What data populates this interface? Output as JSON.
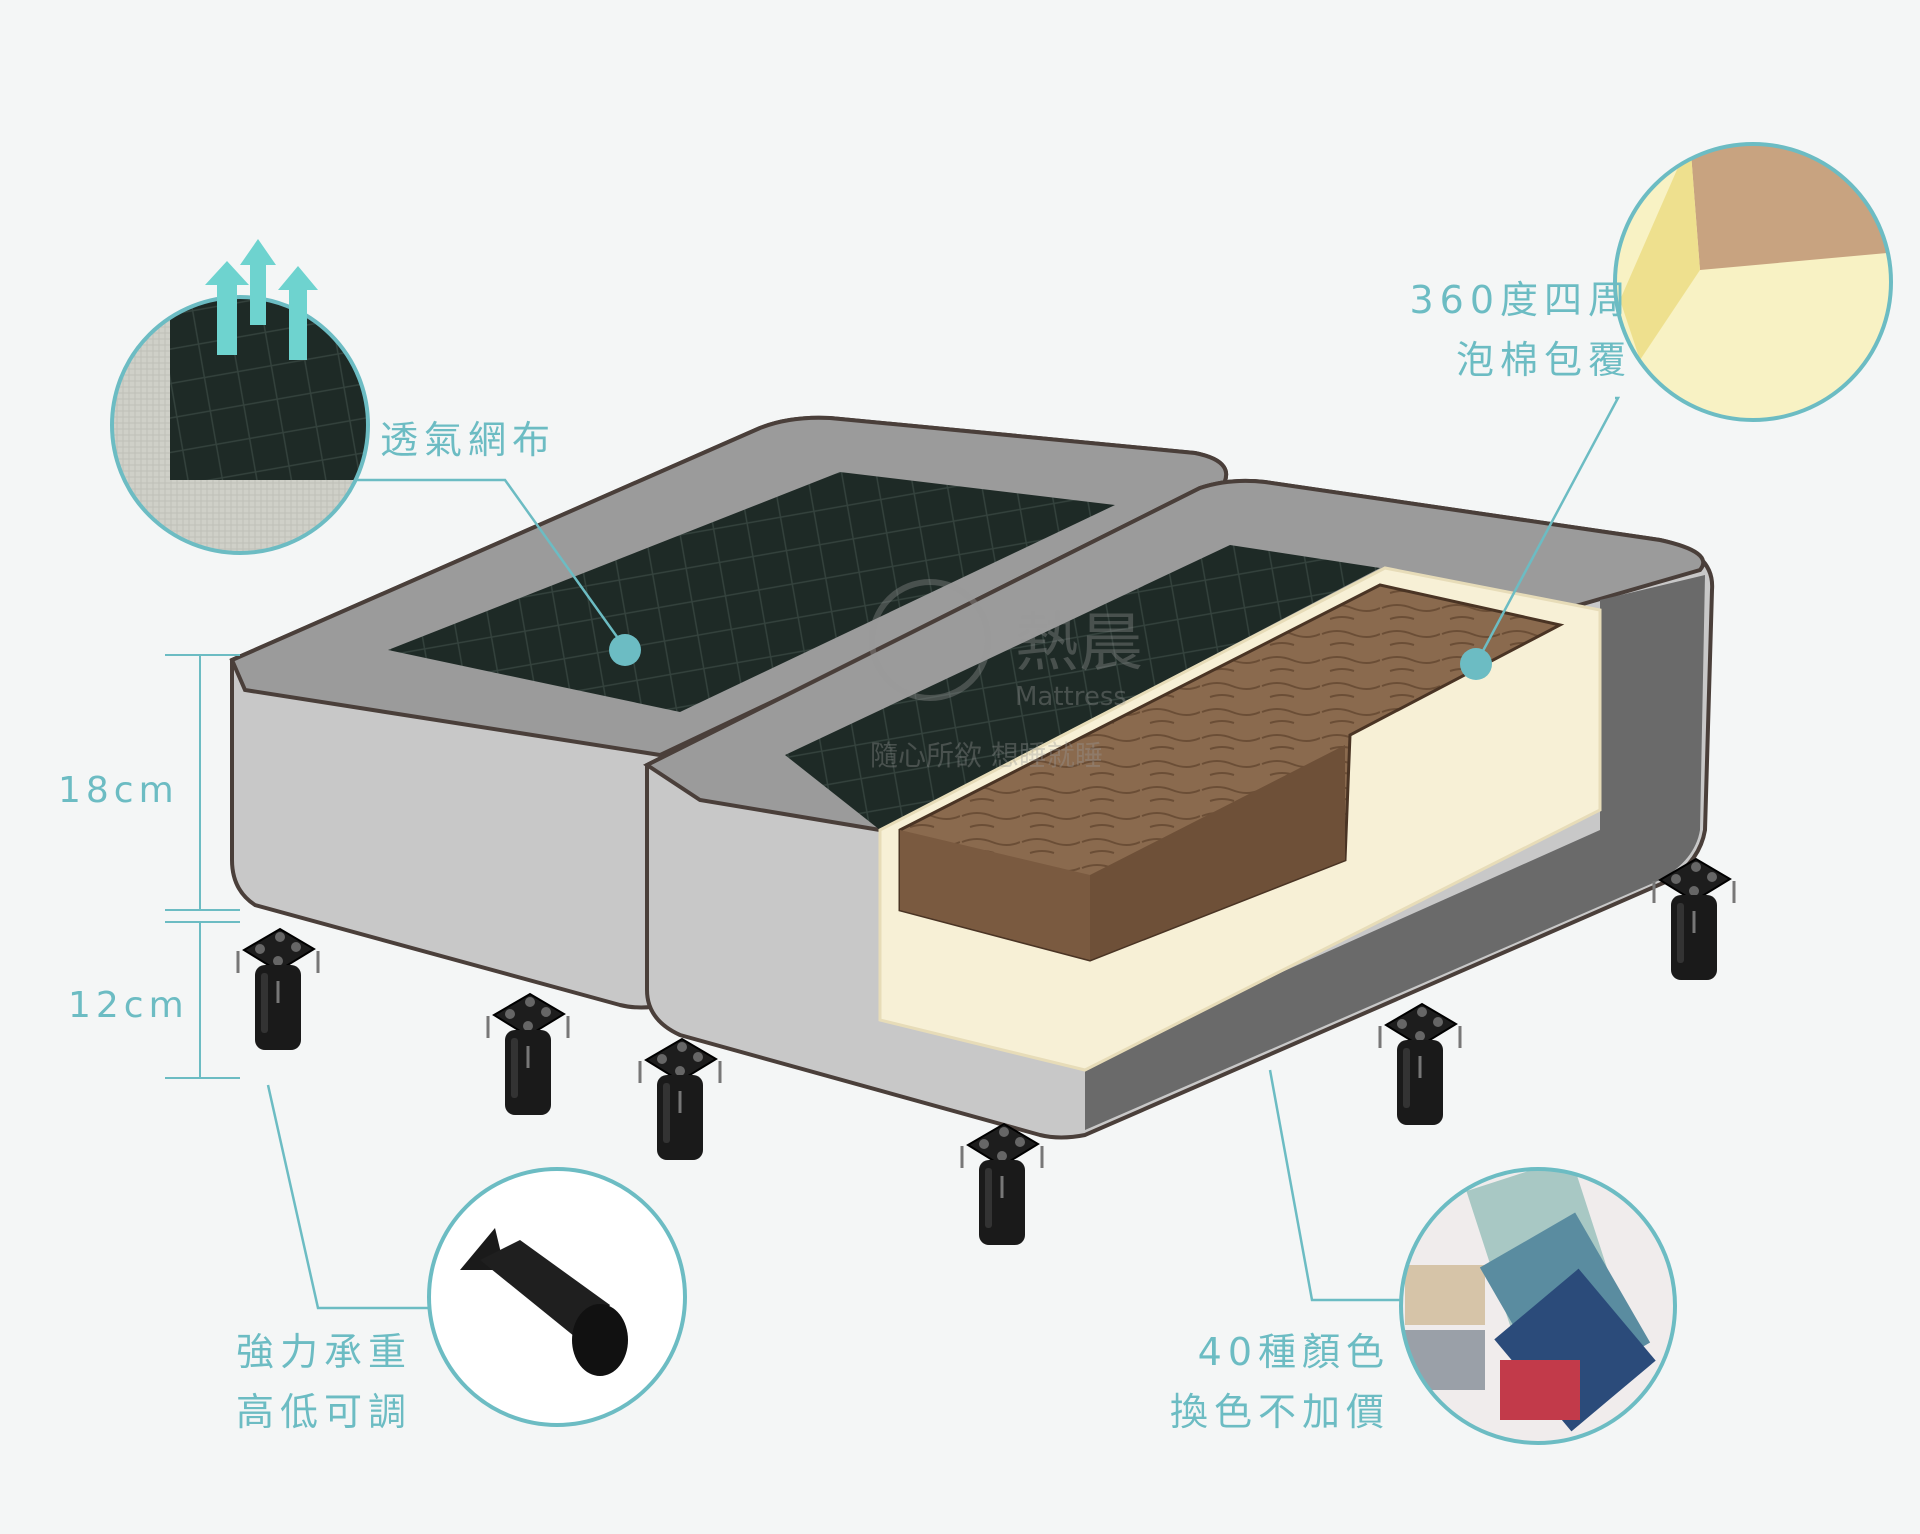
{
  "features": {
    "breathable": "透氣網布",
    "foam_line1": "360度四周",
    "foam_line2": "泡棉包覆",
    "legs_line1": "強力承重",
    "legs_line2": "高低可調",
    "colors_line1": "40種顏色",
    "colors_line2": "換色不加價"
  },
  "dimensions": {
    "upper": "18cm",
    "lower": "12cm"
  },
  "watermark": {
    "brand": "熱晨",
    "sub": "Mattress",
    "slogan": "隨心所欲 想睡就睡"
  },
  "palette": {
    "accent": "#6cbcc3",
    "frame_light": "#c8c8c8",
    "frame_dark": "#6a6a6a",
    "mesh": "#1e2a26",
    "wood": "#8a6a4e",
    "foam": "#f7f0d6",
    "leg": "#1a1a1a"
  }
}
